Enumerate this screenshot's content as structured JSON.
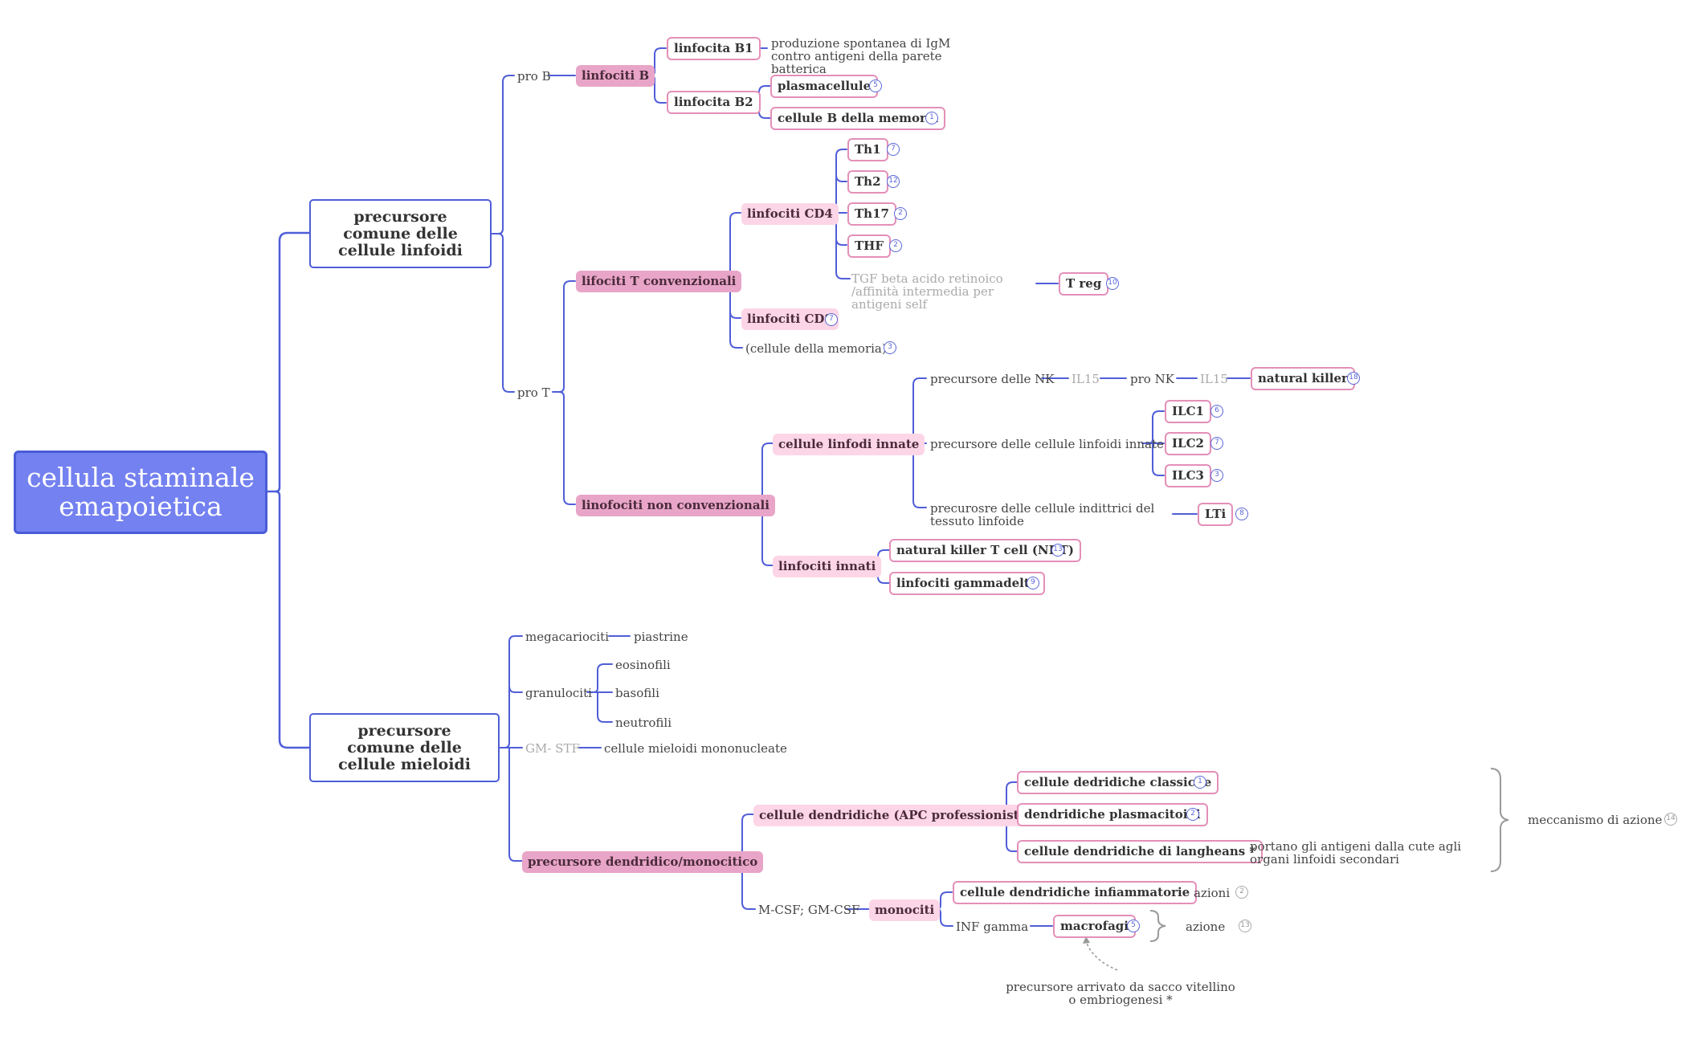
{
  "root": "cellula staminale emapoietica",
  "lymphoid": {
    "title": "precursore comune delle cellule linfoidi",
    "pro_b": "pro B",
    "linfociti_b": "linfociti B",
    "b1": "linfocita B1",
    "b1_note": "produzione spontanea di IgM contro antigeni della parete batterica",
    "b2": "linfocita B2",
    "plasmacellule": "plasmacellule",
    "plasmacellule_badge": "5",
    "memoria_b": "cellule B della memoria",
    "memoria_b_badge": "1",
    "pro_t": "pro T",
    "t_conv": "lifociti T convenzionali",
    "cd4": "linfociti CD4",
    "th1": "Th1",
    "th1_badge": "7",
    "th2": "Th2",
    "th2_badge": "12",
    "th17": "Th17",
    "th17_badge": "2",
    "thf": "THF",
    "thf_badge": "2",
    "tgf_note": "TGF beta acido retinoico /affinità intermedia per antigeni self",
    "treg": "T reg",
    "treg_badge": "10",
    "cd8": "linfociti CD8",
    "cd8_badge": "7",
    "memoria_t": "(cellule della memoria)",
    "memoria_t_badge": "3",
    "t_nonconv": "linofociti non convenzionali",
    "ilc_group": "cellule linfodi innate",
    "prec_nk": "precursore delle NK",
    "il15_a": "IL15",
    "pro_nk": "pro NK",
    "il15_b": "IL15",
    "nk": "natural killer",
    "nk_badge": "18",
    "prec_ilc": "precursore delle cellule linfoidi innate",
    "ilc1": "ILC1",
    "ilc1_badge": "6",
    "ilc2": "ILC2",
    "ilc2_badge": "7",
    "ilc3": "ILC3",
    "ilc3_badge": "3",
    "prec_lti": "precurosre delle cellule indittrici del tessuto linfoide",
    "lti": "LTi",
    "lti_badge": "8",
    "innati": "linfociti innati",
    "nkt": "natural killer T cell (NKT)",
    "nkt_badge": "13",
    "gd": "linfociti gammadelta",
    "gd_badge": "9"
  },
  "myeloid": {
    "title": "precursore comune delle cellule mieloidi",
    "megacariociti": "megacariociti",
    "piastrine": "piastrine",
    "granulociti": "granulociti",
    "eosinofili": "eosinofili",
    "basofili": "basofili",
    "neutrofili": "neutrofili",
    "gm_stf": "GM- STF",
    "mononucleate": "cellule mieloidi mononucleate",
    "prec_dm": "precursore dendridico/monocitico",
    "dendr_apc": "cellule dendridiche (APC professioniste)",
    "classiche": "cellule dedridiche classiche",
    "classiche_badge": "1",
    "plasmacitoidi": "dendridiche plasmacitoidi",
    "plasmacitoidi_badge": "2",
    "langheans": "cellule dendridiche di langheans *",
    "langheans_note": "portano gli antigeni dalla cute agli organi linfoidi secondari",
    "meccanismo": "meccanismo di azione",
    "meccanismo_badge": "14",
    "mcsf": "M-CSF; GM-CSF",
    "monociti": "monociti",
    "infiamm": "cellule dendridiche infiammatorie",
    "azioni": "azioni",
    "azioni_badge": "2",
    "inf": "INF  gamma",
    "macrofagi": "macrofagi",
    "macrofagi_badge": "5",
    "azione": "azione",
    "azione_badge": "13",
    "precursore_note": "precursore arrivato da sacco vitellino o embriogenesi *"
  },
  "colors": {
    "line": "#4f5ed8",
    "root_fill": "#7481f0",
    "dark_pink": "#e8a5c8",
    "light_pink": "#fcd6e6",
    "box_border": "#e48fb8"
  }
}
